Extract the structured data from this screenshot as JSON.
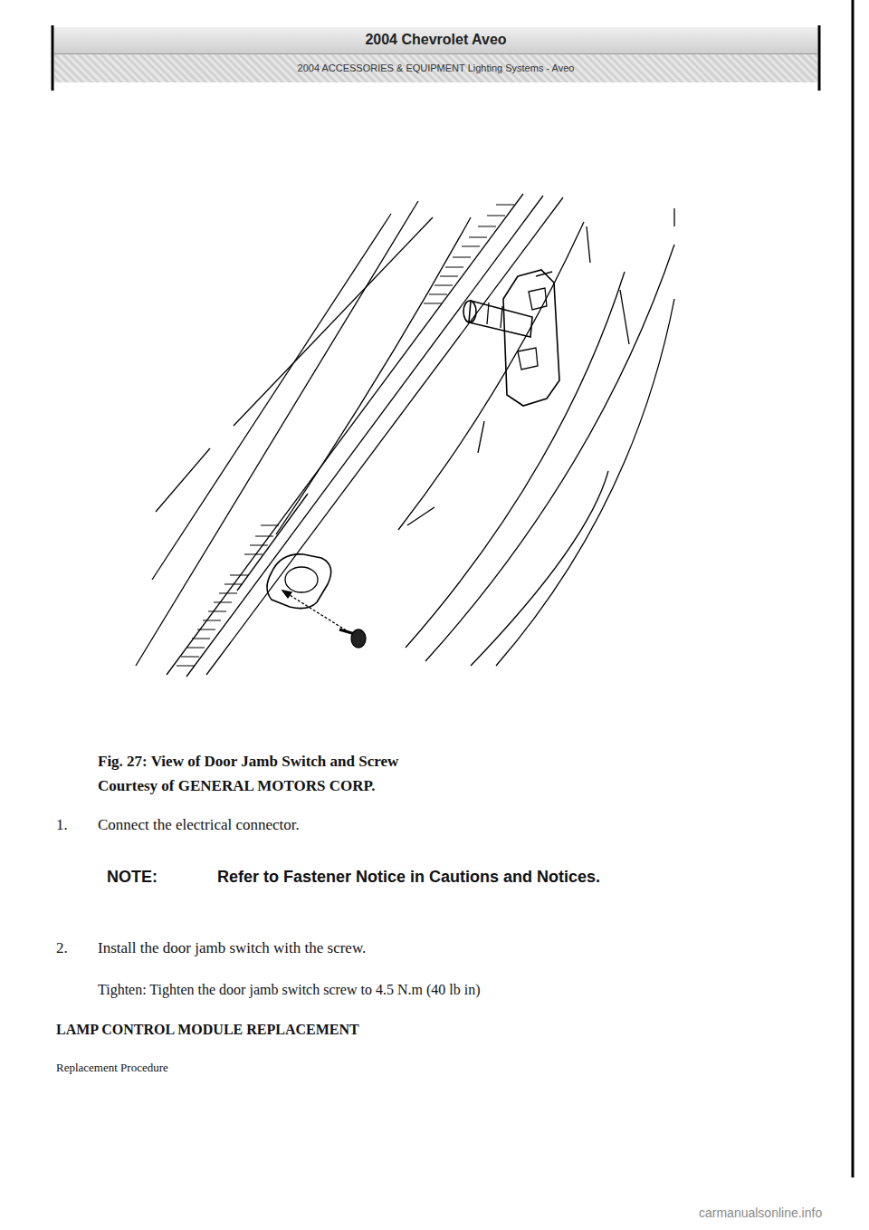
{
  "diagram": {
    "caption": "Fig. 27: View of Door Jamb Switch and Screw",
    "nodes": [
      {
        "text": [
          "2004 Chevrolet Aveo",
          "2004 ACCESSORIES & EQUIPMENT Lighting Systems - Aveo"
        ]
      }
    ],
    "labels": [
      "Courtesy of GENERAL MOTORS CORP.",
      "1.",
      "Connect the electrical connector.",
      "NOTE:",
      "Refer to Fastener Notice in Cautions and Notices.",
      "2.",
      "Install the door jamb switch with the screw.",
      "Tighten: Tighten the door jamb switch screw to 4.5 N.m (40 lb in)",
      "LAMP CONTROL MODULE REPLACEMENT",
      "Replacement Procedure",
      "carmanualsonline.info"
    ]
  }
}
